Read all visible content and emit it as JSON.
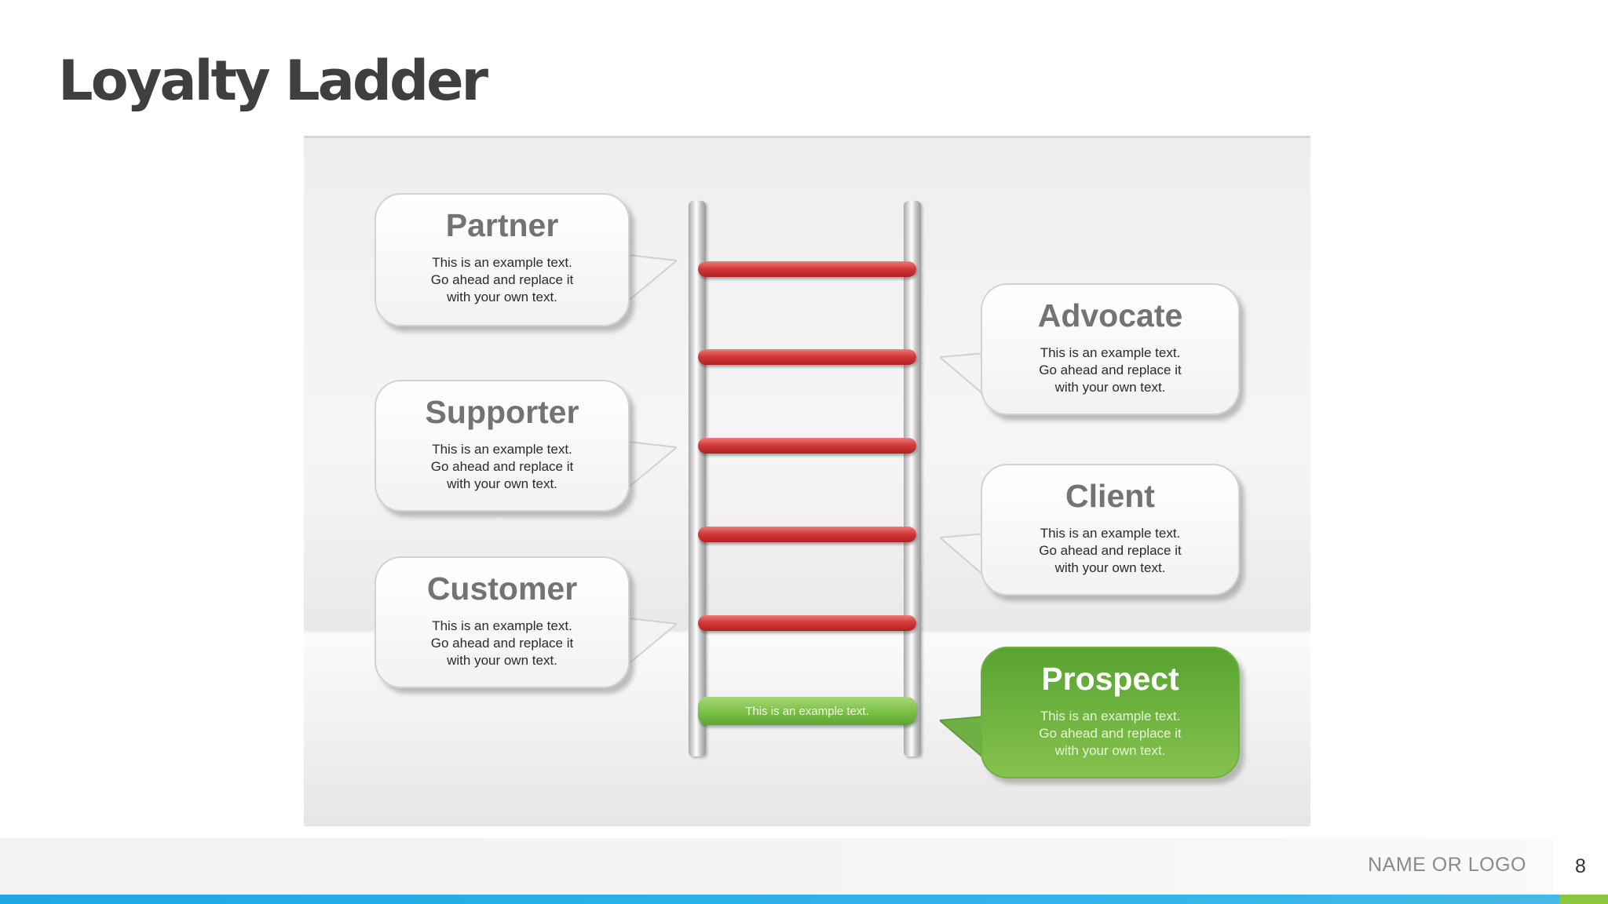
{
  "title": "Loyalty Ladder",
  "ladder": {
    "rung_count_red": 5,
    "base_rung_label": "This is an example text.",
    "colors": {
      "rung": "#d23b3b",
      "highlight": "#7bbf45",
      "rail": "#c0c0c0"
    }
  },
  "stages": [
    {
      "name": "Partner",
      "description": "This is an example text.\nGo ahead and replace it\nwith your own text."
    },
    {
      "name": "Advocate",
      "description": "This is an example text.\nGo ahead and replace it\nwith your own text."
    },
    {
      "name": "Supporter",
      "description": "This is an example text.\nGo ahead and replace it\nwith your own text."
    },
    {
      "name": "Client",
      "description": "This is an example text.\nGo ahead and replace it\nwith your own text."
    },
    {
      "name": "Customer",
      "description": "This is an example text.\nGo ahead and replace it\nwith your own text."
    },
    {
      "name": "Prospect",
      "description": "This is an example text.\nGo ahead and replace it\nwith your own text."
    }
  ],
  "footer": {
    "logo_text": "NAME OR LOGO",
    "page_number": "8"
  }
}
